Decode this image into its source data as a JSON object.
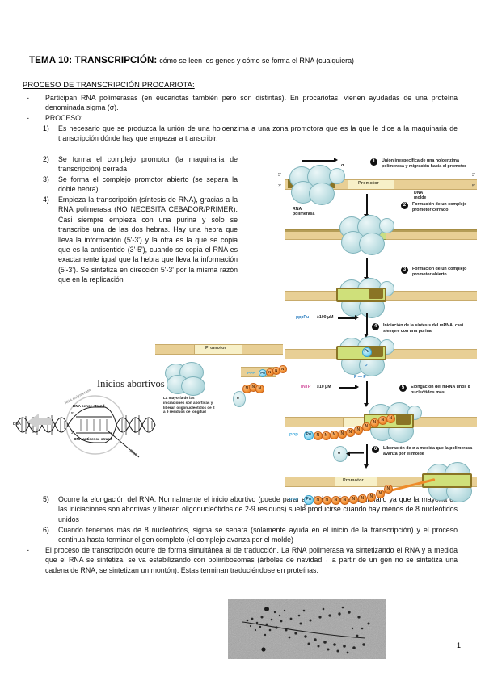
{
  "document": {
    "title_bold": "TEMA 10: TRANSCRIPCIÓN:",
    "title_rest": "cómo se leen los genes y cómo se forma el RNA (cualquiera)",
    "section_heading": "PROCESO DE TRANSCRIPCIÓN PROCARIOTA:",
    "page_number": "1"
  },
  "bullets": {
    "dash": "-",
    "b1": "Participan RNA polimerasas (en eucariotas también pero son distintas). En procariotas, vienen ayudadas de una proteína denominada sigma (σ).",
    "b2": "PROCESO:",
    "b3": "El proceso de transcripción ocurre de forma simultánea al de traducción. La RNA polimerasa va sintetizando el RNA y a medida que el RNA se sintetiza, se va estabilizando con polirribosomas (árboles de navidad→ a partir de un gen no se sintetiza una cadena de RNA, se sintetizan un montón). Estas terminan traduciéndose en proteínas."
  },
  "steps": [
    {
      "marker": "1)",
      "text": "Es necesario que se produzca la unión de una holoenzima a una zona promotora que es la que le dice a la maquinaria de transcripción dónde hay que empezar a transcribir."
    },
    {
      "marker": "2)",
      "text": "Se forma el complejo promotor (la maquinaria de transcripción) cerrada"
    },
    {
      "marker": "3)",
      "text": "Se forma el complejo promotor abierto (se separa la doble hebra)"
    },
    {
      "marker": "4)",
      "text": "Empieza la transcripción (síntesis de RNA), gracias a la RNA polimerasa (NO NECESITA CEBADOR/PRIMER). Casi siempre empieza con una purina y solo se transcribe una de las dos hebras. Hay una hebra que lleva la información (5'-3') y la otra es la que se copia que es la antisentido (3'-5'), cuando se copia el RNA es exactamente igual que la hebra que lleva la información (5'-3'). Se sintetiza en dirección 5'-3' por la misma razón que en la replicación"
    },
    {
      "marker": "5)",
      "text": "Ocurre la elongación del RNA. Normalmente el inicio abortivo (puede parar aquí si surgiera algún fallo ya que la mayoría de las iniciaciones son abortivas y liberan oligonucleótidos de 2-9 residuos) suele producirse cuando hay menos de 8 nucleótidos unidos"
    },
    {
      "marker": "6)",
      "text": "Cuando tenemos más de 8 nucleótidos, sigma se separa (solamente ayuda en el inicio de la transcripción) y el proceso continua hasta terminar el gen completo (el complejo avanza por el molde)"
    }
  ],
  "figure": {
    "promoter_label": "Promotor",
    "rna_polymerase_label": "RNA\npolimerasa",
    "dna_template_label": "DNA\nmolde",
    "sigma_symbol": "σ",
    "five_prime": "5'",
    "three_prime": "3'",
    "five_prime_right": "5'",
    "three_prime_right": "3'",
    "pppPu_label": "pppPu",
    "pppPu_conc": "≥100 μM",
    "rNTP_label": "rNTP",
    "rNTP_conc": "≥10 μM",
    "pp_label": "P — P",
    "p_label": "P",
    "ppp_label": "PPP",
    "purine_label": "Pu",
    "nucleotide_label": "N",
    "steps": [
      {
        "n": "1",
        "text": "Unión inespecífica de una holoenzima polimerasa y migración hacia el promotor"
      },
      {
        "n": "2",
        "text": "Formación de un complejo promotor cerrado"
      },
      {
        "n": "3",
        "text": "Formación de un complejo promotor abierto"
      },
      {
        "n": "4",
        "text": "Iniciación de la síntesis del mRNA, casi siempre con una purina"
      },
      {
        "n": "5",
        "text": "Elongación del mRNA unos 8 nucleótidos más"
      },
      {
        "n": "6",
        "text": "Liberación de σ a medida que la polimerasa avanza por el molde"
      }
    ]
  },
  "abortive": {
    "heading": "Inicios abortivos",
    "caption": "La mayoría de las iniciaciones son abortivas y liberan oligonucleótidos de 2 a 9 residuos de longitud",
    "promoter_label": "Promotor",
    "sigma_symbol": "σ",
    "ppp_label": "PPP",
    "purine_label": "Pu",
    "nucleotide_label": "N"
  },
  "helix": {
    "polymerase_label": "RNA polymerase",
    "sense_label": "DNA sense strand",
    "antisense_label": "DNA antisense strand",
    "rna_label": "RNA",
    "dna_label": "DNA",
    "five_prime": "5'",
    "three_prime": "3'"
  },
  "colors": {
    "dna_strand": "#e8cf95",
    "promoter_fill": "#f7f0c8",
    "polymerase": "#bfdfe3",
    "open_complex": "#cfe07a",
    "nucleotide": "#f08c2e",
    "purine": "#7fd3f0",
    "rntp_label": "#d14b9b",
    "blue_label": "#2d7fc1"
  }
}
